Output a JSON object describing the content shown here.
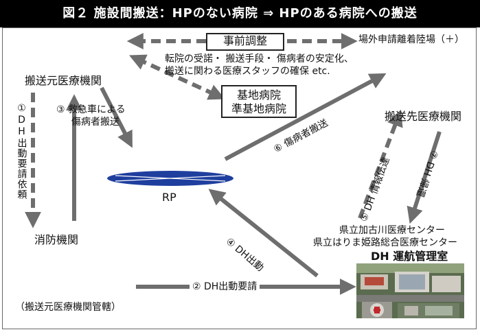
{
  "title": "図２ 施設間搬送：HPのない病院 ⇒ HPのある病院への搬送",
  "nodes": {
    "pre_coord": "事前調整",
    "pre_coord_note_1": "転院の受諾・ 搬送手段・ 傷病者の安定化、",
    "pre_coord_note_2": "搬送に関わる医療スタッフの確保 etc.",
    "offsite_heliport": "場外申請離着陸場（＋）",
    "base_hospital_1": "基地病院",
    "base_hospital_2": "準基地病院",
    "origin_hospital": "搬送元医療機関",
    "dest_hospital": "搬送先医療機関",
    "fire_dept": "消防機関",
    "jurisdiction": "（搬送元医療機関管轄）",
    "rp": "RP",
    "center_1": "県立加古川医療センター",
    "center_2": "県立はりま姫路総合医療センター",
    "dh_office": "DH 運航管理室"
  },
  "steps": {
    "s1": "①DH出動要請依頼",
    "s2": "② DH出動要請",
    "s3_1": "③ 救急車による",
    "s3_2": "傷病者搬送",
    "s4": "④ DH出動",
    "s5": "⑤ DH 情報伝達",
    "s6": "⑥ 傷病者搬送",
    "s7": "⑦ DH 帰還"
  },
  "colors": {
    "arrow": "#6e6e6e",
    "rp_fill": "#1f3f9e",
    "title_bg": "#000000"
  }
}
